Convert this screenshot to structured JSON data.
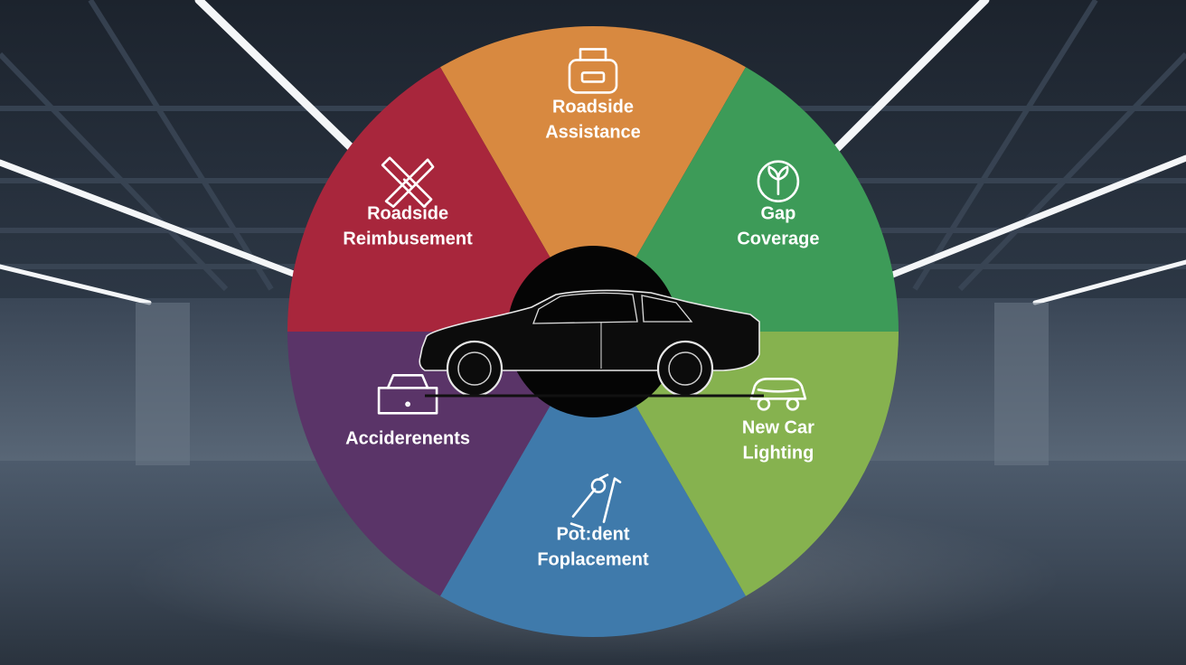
{
  "colors": {
    "background": "#2b3645",
    "hub": "#050505",
    "car": "#0c0c0c"
  },
  "segments": [
    {
      "id": "roadside-assistance",
      "lines": [
        "Roadside",
        "Assistance"
      ],
      "color": "#d88940",
      "icon": "toolbox-icon"
    },
    {
      "id": "gap-coverage",
      "lines": [
        "Gap",
        "Coverage"
      ],
      "color": "#3d9b58",
      "icon": "leaf-badge-icon"
    },
    {
      "id": "new-car-lighting",
      "lines": [
        "New Car",
        "Lighting"
      ],
      "color": "#86b24f",
      "icon": "car-outline-icon"
    },
    {
      "id": "potdent-foplacement",
      "lines": [
        "Pot:dent",
        "Foplacement"
      ],
      "color": "#3f7aab",
      "icon": "tools-icon"
    },
    {
      "id": "acciderenents",
      "lines": [
        "Acciderenents"
      ],
      "color": "#5a3468",
      "icon": "case-icon"
    },
    {
      "id": "roadside-reimbusement",
      "lines": [
        "Roadside",
        "Reimbusement"
      ],
      "color": "#a8263c",
      "icon": "bandage-icon"
    }
  ]
}
